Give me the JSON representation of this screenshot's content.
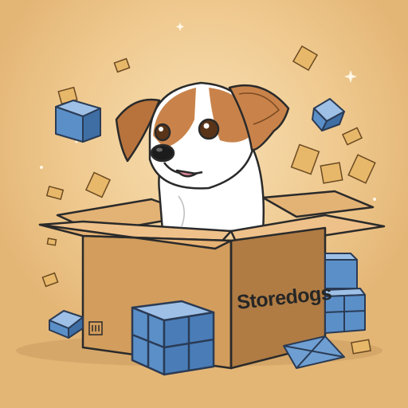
{
  "box": {
    "label": "Storedogs"
  },
  "colors": {
    "background": "#e9bf83",
    "glow": "#f7dcae",
    "cardboard": "#d29d5d",
    "cardboard_dark": "#b07c44",
    "cardboard_inner": "#8c5d2e",
    "package_blue": "#5b8fc8",
    "package_blue_light": "#a9c9ea",
    "dog_white": "#ffffff",
    "dog_tan": "#c9834a",
    "outline": "#2a2a2a"
  },
  "icons": [
    "dog-illustration",
    "cardboard-box",
    "blue-package",
    "paper-scrap",
    "sparkle-icon",
    "barcode-stamp-icon"
  ]
}
